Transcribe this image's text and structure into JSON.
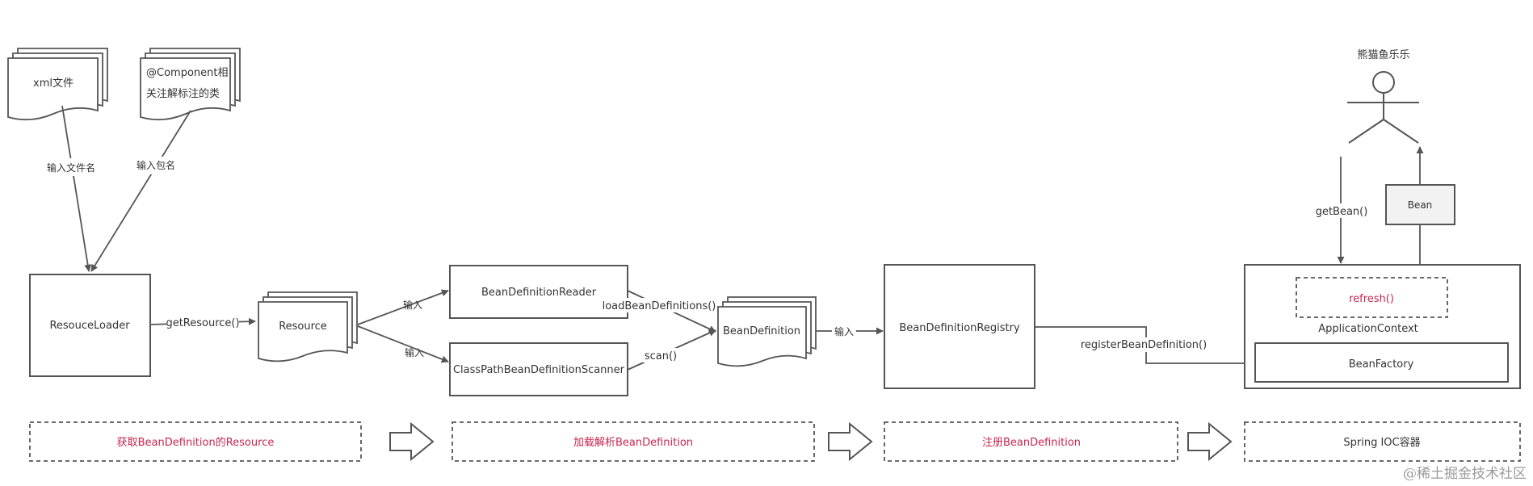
{
  "documents": {
    "xml": "xml文件",
    "component_line1": "@Component相",
    "component_line2": "关注解标注的类"
  },
  "edge_labels": {
    "input_filename": "输入文件名",
    "input_package": "输入包名",
    "get_resource": "getResource()",
    "input_a": "输入",
    "input_b": "输入",
    "load_bean_definitions": "loadBeanDefinitions()",
    "scan": "scan()",
    "input_c": "输入",
    "register_bean_definition": "registerBeanDefinition()",
    "get_bean": "getBean()"
  },
  "nodes": {
    "resource_loader": "ResouceLoader",
    "resource": "Resource",
    "reader": "BeanDefinitionReader",
    "scanner": "ClassPathBeanDefinitionScanner",
    "bean_definition": "BeanDefinition",
    "registry": "BeanDefinitionRegistry",
    "refresh": "refresh()",
    "application_context": "ApplicationContext",
    "bean_factory": "BeanFactory",
    "bean": "Bean",
    "actor": "熊猫鱼乐乐"
  },
  "stages": [
    "获取BeanDefinition的Resource",
    "加载解析BeanDefinition",
    "注册BeanDefinition",
    "Spring IOC容器"
  ],
  "watermark": "@稀土掘金技术社区",
  "colors": {
    "stroke": "#555555",
    "accent_red": "#c7254e",
    "bean_fill": "#f2f2f2"
  }
}
